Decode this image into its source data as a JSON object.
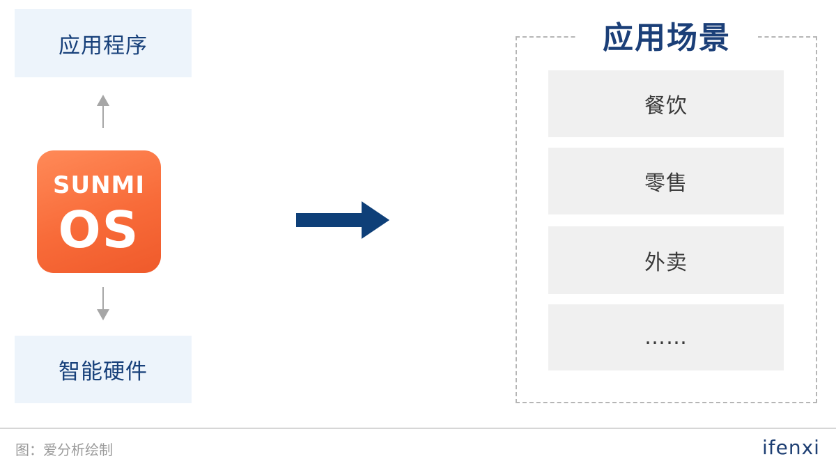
{
  "left": {
    "top_box": "应用程序",
    "bottom_box": "智能硬件",
    "logo": {
      "line1": "SUNMI",
      "line2": "OS"
    }
  },
  "right": {
    "title": "应用场景",
    "items": [
      "餐饮",
      "零售",
      "外卖",
      "……"
    ]
  },
  "footer": {
    "caption": "图：爱分析绘制",
    "brand": "ifenxi"
  },
  "colors": {
    "navy": "#1b3f78",
    "arrow": "#0e3f78",
    "light_blue_box": "#edf4fb",
    "gray_box": "#f0f0f0",
    "logo_orange": "#f86b39",
    "dashed_border": "#b5b5b5"
  }
}
